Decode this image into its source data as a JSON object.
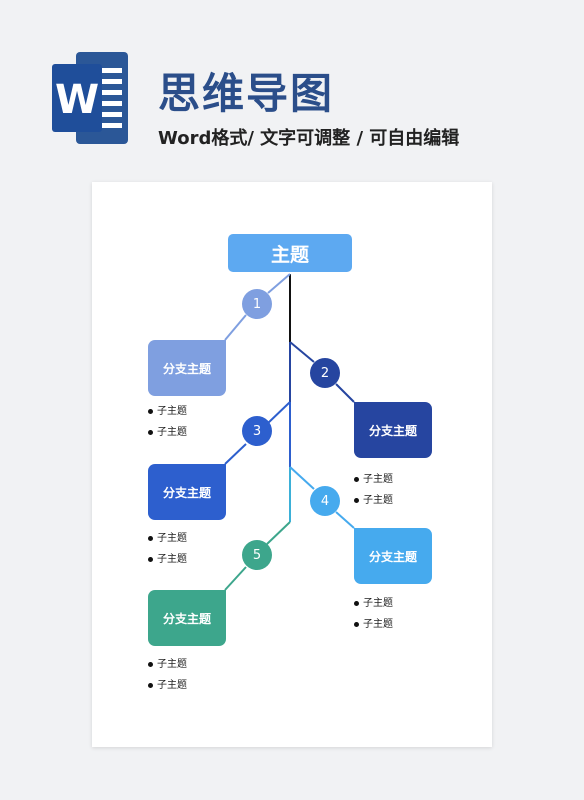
{
  "header": {
    "logo_letter": "W",
    "title": "思维导图",
    "subtitle": "Word格式/ 文字可调整 / 可自由编辑"
  },
  "mindmap": {
    "main_topic": "主题",
    "branches": [
      {
        "number": "1",
        "label": "分支主题",
        "color": "#7f9fe0",
        "subtopics": [
          "子主题",
          "子主题"
        ]
      },
      {
        "number": "2",
        "label": "分支主题",
        "color": "#2645a0",
        "subtopics": [
          "子主题",
          "子主题"
        ]
      },
      {
        "number": "3",
        "label": "分支主题",
        "color": "#2d5fce",
        "subtopics": [
          "子主题",
          "子主题"
        ]
      },
      {
        "number": "4",
        "label": "分支主题",
        "color": "#46aaee",
        "subtopics": [
          "子主题",
          "子主题"
        ]
      },
      {
        "number": "5",
        "label": "分支主题",
        "color": "#3da68c",
        "subtopics": [
          "子主题",
          "子主题"
        ]
      }
    ]
  }
}
